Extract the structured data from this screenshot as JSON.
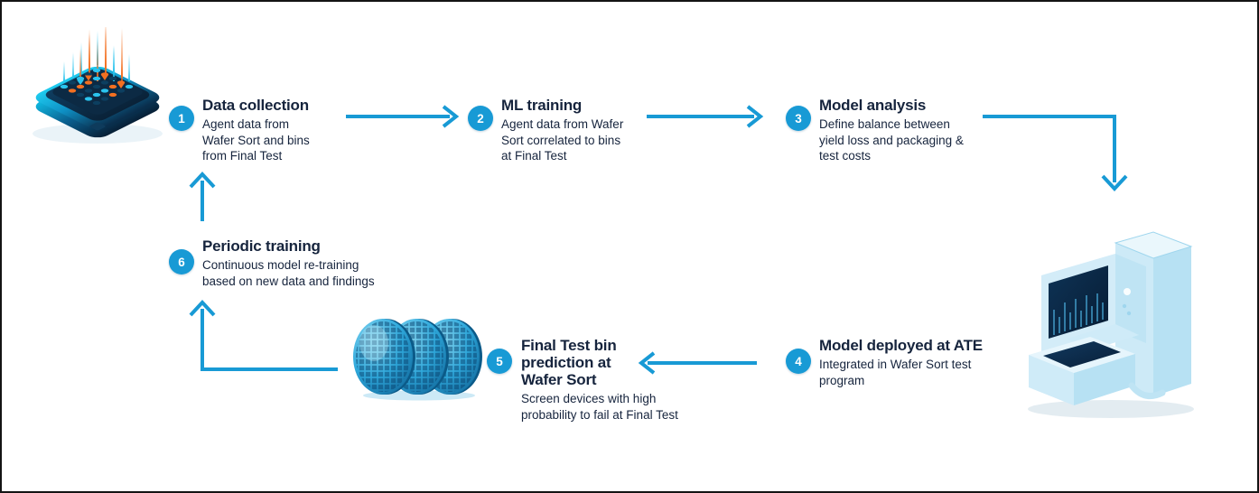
{
  "diagram": {
    "accent_color": "#189AD5",
    "text_color": "#16243D",
    "steps": [
      {
        "number": "1",
        "title": "Data collection",
        "description": "Agent data from Wafer Sort and bins from Final Test"
      },
      {
        "number": "2",
        "title": "ML training",
        "description": "Agent data from Wafer Sort correlated to bins at Final Test"
      },
      {
        "number": "3",
        "title": "Model analysis",
        "description": "Define balance between yield loss and packaging & test costs"
      },
      {
        "number": "4",
        "title": "Model deployed at ATE",
        "description": "Integrated in Wafer Sort test program"
      },
      {
        "number": "5",
        "title": "Final Test bin prediction at Wafer Sort",
        "description": "Screen devices with high probability to fail at Final Test"
      },
      {
        "number": "6",
        "title": "Periodic training",
        "description": "Continuous model re-training based on new data and findings"
      }
    ],
    "illustrations": {
      "chip": "semiconductor-chip-with-data-streams",
      "wafers": "three-silicon-wafers",
      "ate": "automatic-test-equipment-machine"
    }
  }
}
